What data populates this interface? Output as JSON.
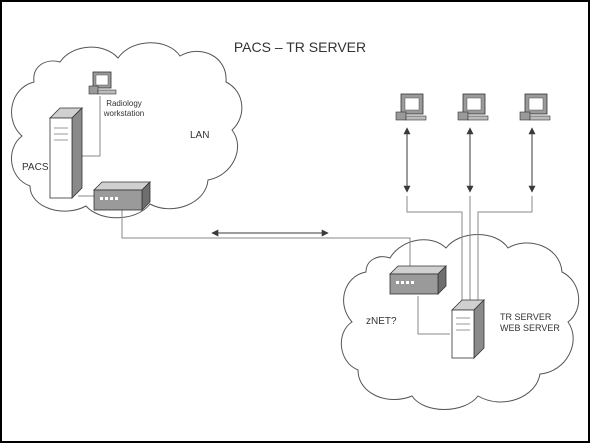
{
  "title": "PACS – TR SERVER",
  "labels": {
    "radiology": "Radiology",
    "workstation": "workstation",
    "lan": "LAN",
    "pacs": "PACS",
    "znet": "zNET?",
    "tr_server": "TR SERVER",
    "web_server": "WEB SERVER"
  },
  "colors": {
    "frame": "#000000",
    "line": "#8a8a8a",
    "device_fill": "#9a9a9a",
    "monitor_screen": "#ffffff",
    "arrow": "#3a3a3a"
  },
  "icons": {
    "workstation": "computer-icon",
    "pacs": "server-tower-icon",
    "switch": "network-switch-icon",
    "tr_server": "server-tower-icon",
    "clients": "computer-icon"
  }
}
